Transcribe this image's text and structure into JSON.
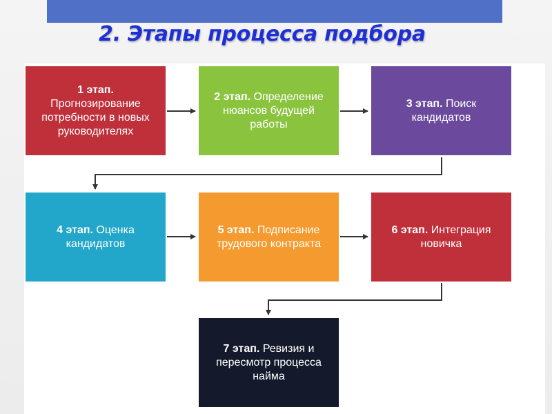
{
  "title": "2. Этапы процесса подбора",
  "stages": [
    {
      "label": "1 этап.",
      "text": "Прогнозирование потребности в новых руководителях",
      "color": "#c0303a"
    },
    {
      "label": "2 этап.",
      "text": "Определение нюансов будущей работы",
      "color": "#8ac43f"
    },
    {
      "label": "3 этап.",
      "text": "Поиск кандидатов",
      "color": "#6b4a9d"
    },
    {
      "label": "4 этап.",
      "text": "Оценка кандидатов",
      "color": "#22a6c9"
    },
    {
      "label": "5 этап.",
      "text": "Подписание трудового контракта",
      "color": "#f59a2e"
    },
    {
      "label": "6 этап.",
      "text": "Интеграция новичка",
      "color": "#c0303a"
    },
    {
      "label": "7 этап.",
      "text": "Ревизия и пересмотр процесса найма",
      "color": "#141a2c"
    }
  ]
}
